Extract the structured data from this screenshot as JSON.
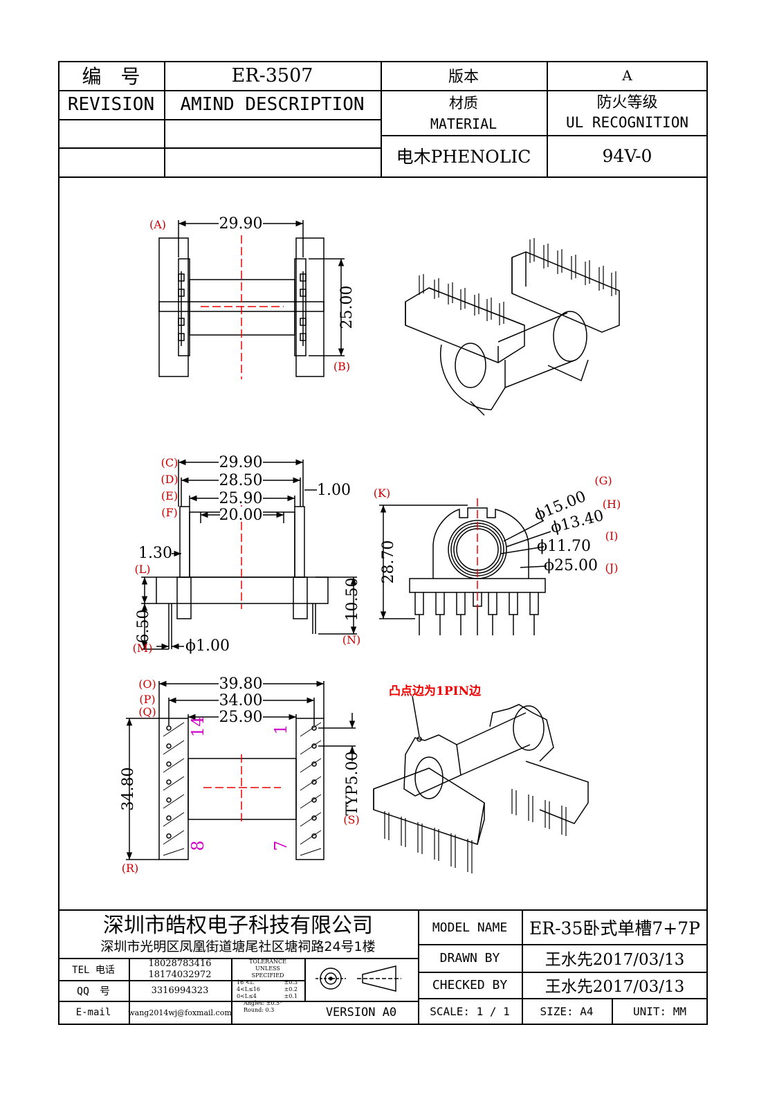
{
  "header": {
    "number_label": "编　号",
    "number_value": "ER-3507",
    "version_label": "版本",
    "version_value": "A",
    "revision_label": "REVISION",
    "amind_label": "AMIND DESCRIPTION",
    "material_cn": "材质",
    "material_en": "MATERIAL",
    "fire_cn": "防火等级",
    "fire_en": "UL RECOGNITION",
    "material_value": "电木PHENOLIC",
    "fire_value": "94V-0"
  },
  "drawing": {
    "top_view": {
      "tag_a": "(A)",
      "tag_b": "(B)",
      "dim_width": "29.90",
      "dim_height": "25.00"
    },
    "side_view": {
      "tag_c": "(C)",
      "tag_d": "(D)",
      "tag_e": "(E)",
      "tag_f": "(F)",
      "tag_l": "(L)",
      "tag_m": "(M)",
      "tag_n": "(N)",
      "dim_c": "29.90",
      "dim_d": "28.50",
      "dim_e": "25.90",
      "dim_f": "20.00",
      "dim_flange": "1.00",
      "dim_l": "1.30",
      "dim_m": "6.50",
      "dim_n": "10.50",
      "dim_pin": "ϕ1.00"
    },
    "front_view": {
      "tag_k": "(K)",
      "tag_g": "(G)",
      "tag_h": "(H)",
      "tag_i": "(I)",
      "tag_j": "(J)",
      "dim_k": "28.70",
      "dim_g": "ϕ15.00",
      "dim_h": "ϕ13.40",
      "dim_i": "ϕ11.70",
      "dim_j": "ϕ25.00"
    },
    "bottom_view": {
      "tag_o": "(O)",
      "tag_p": "(P)",
      "tag_q": "(Q)",
      "tag_r": "(R)",
      "tag_s": "(S)",
      "dim_o": "39.80",
      "dim_p": "34.00",
      "dim_q": "25.90",
      "dim_r": "34.80",
      "dim_s": "TYP5.00",
      "pin_14": "14",
      "pin_1": "1",
      "pin_8": "8",
      "pin_7": "7"
    },
    "note": "凸点边为1PIN边"
  },
  "title_block": {
    "company": "深圳市皓权电子科技有限公司",
    "address": "深圳市光明区凤凰街道塘尾社区塘祠路24号1楼",
    "tel_label": "TEL 电话",
    "tel_1": "18028783416",
    "tel_2": "18174032972",
    "qq_label": "QQ　号",
    "qq_value": "3316994323",
    "email_label": "E-mail",
    "email_value": "wang2014wj@foxmail.com",
    "tolerance": [
      "TOLERANCE",
      "UNLESS",
      "SPECIFIED"
    ],
    "tol_rows": [
      {
        "range": "16 <L",
        "value": "±0.3"
      },
      {
        "range": "4<L≤16",
        "value": "±0.2"
      },
      {
        "range": "0<L≤4",
        "value": "±0.1"
      }
    ],
    "angles": "Angles: ±0.5°",
    "round": "Round: 0.3",
    "version": "VERSION A0",
    "model_label": "MODEL NAME",
    "model_value": "ER-35卧式单槽7+7P",
    "drawn_label": "DRAWN BY",
    "drawn_value": "王水先2017/03/13",
    "checked_label": "CHECKED BY",
    "checked_value": "王水先2017/03/13",
    "scale": "SCALE: 1 / 1",
    "size": "SIZE: A4",
    "unit": "UNIT: MM"
  }
}
